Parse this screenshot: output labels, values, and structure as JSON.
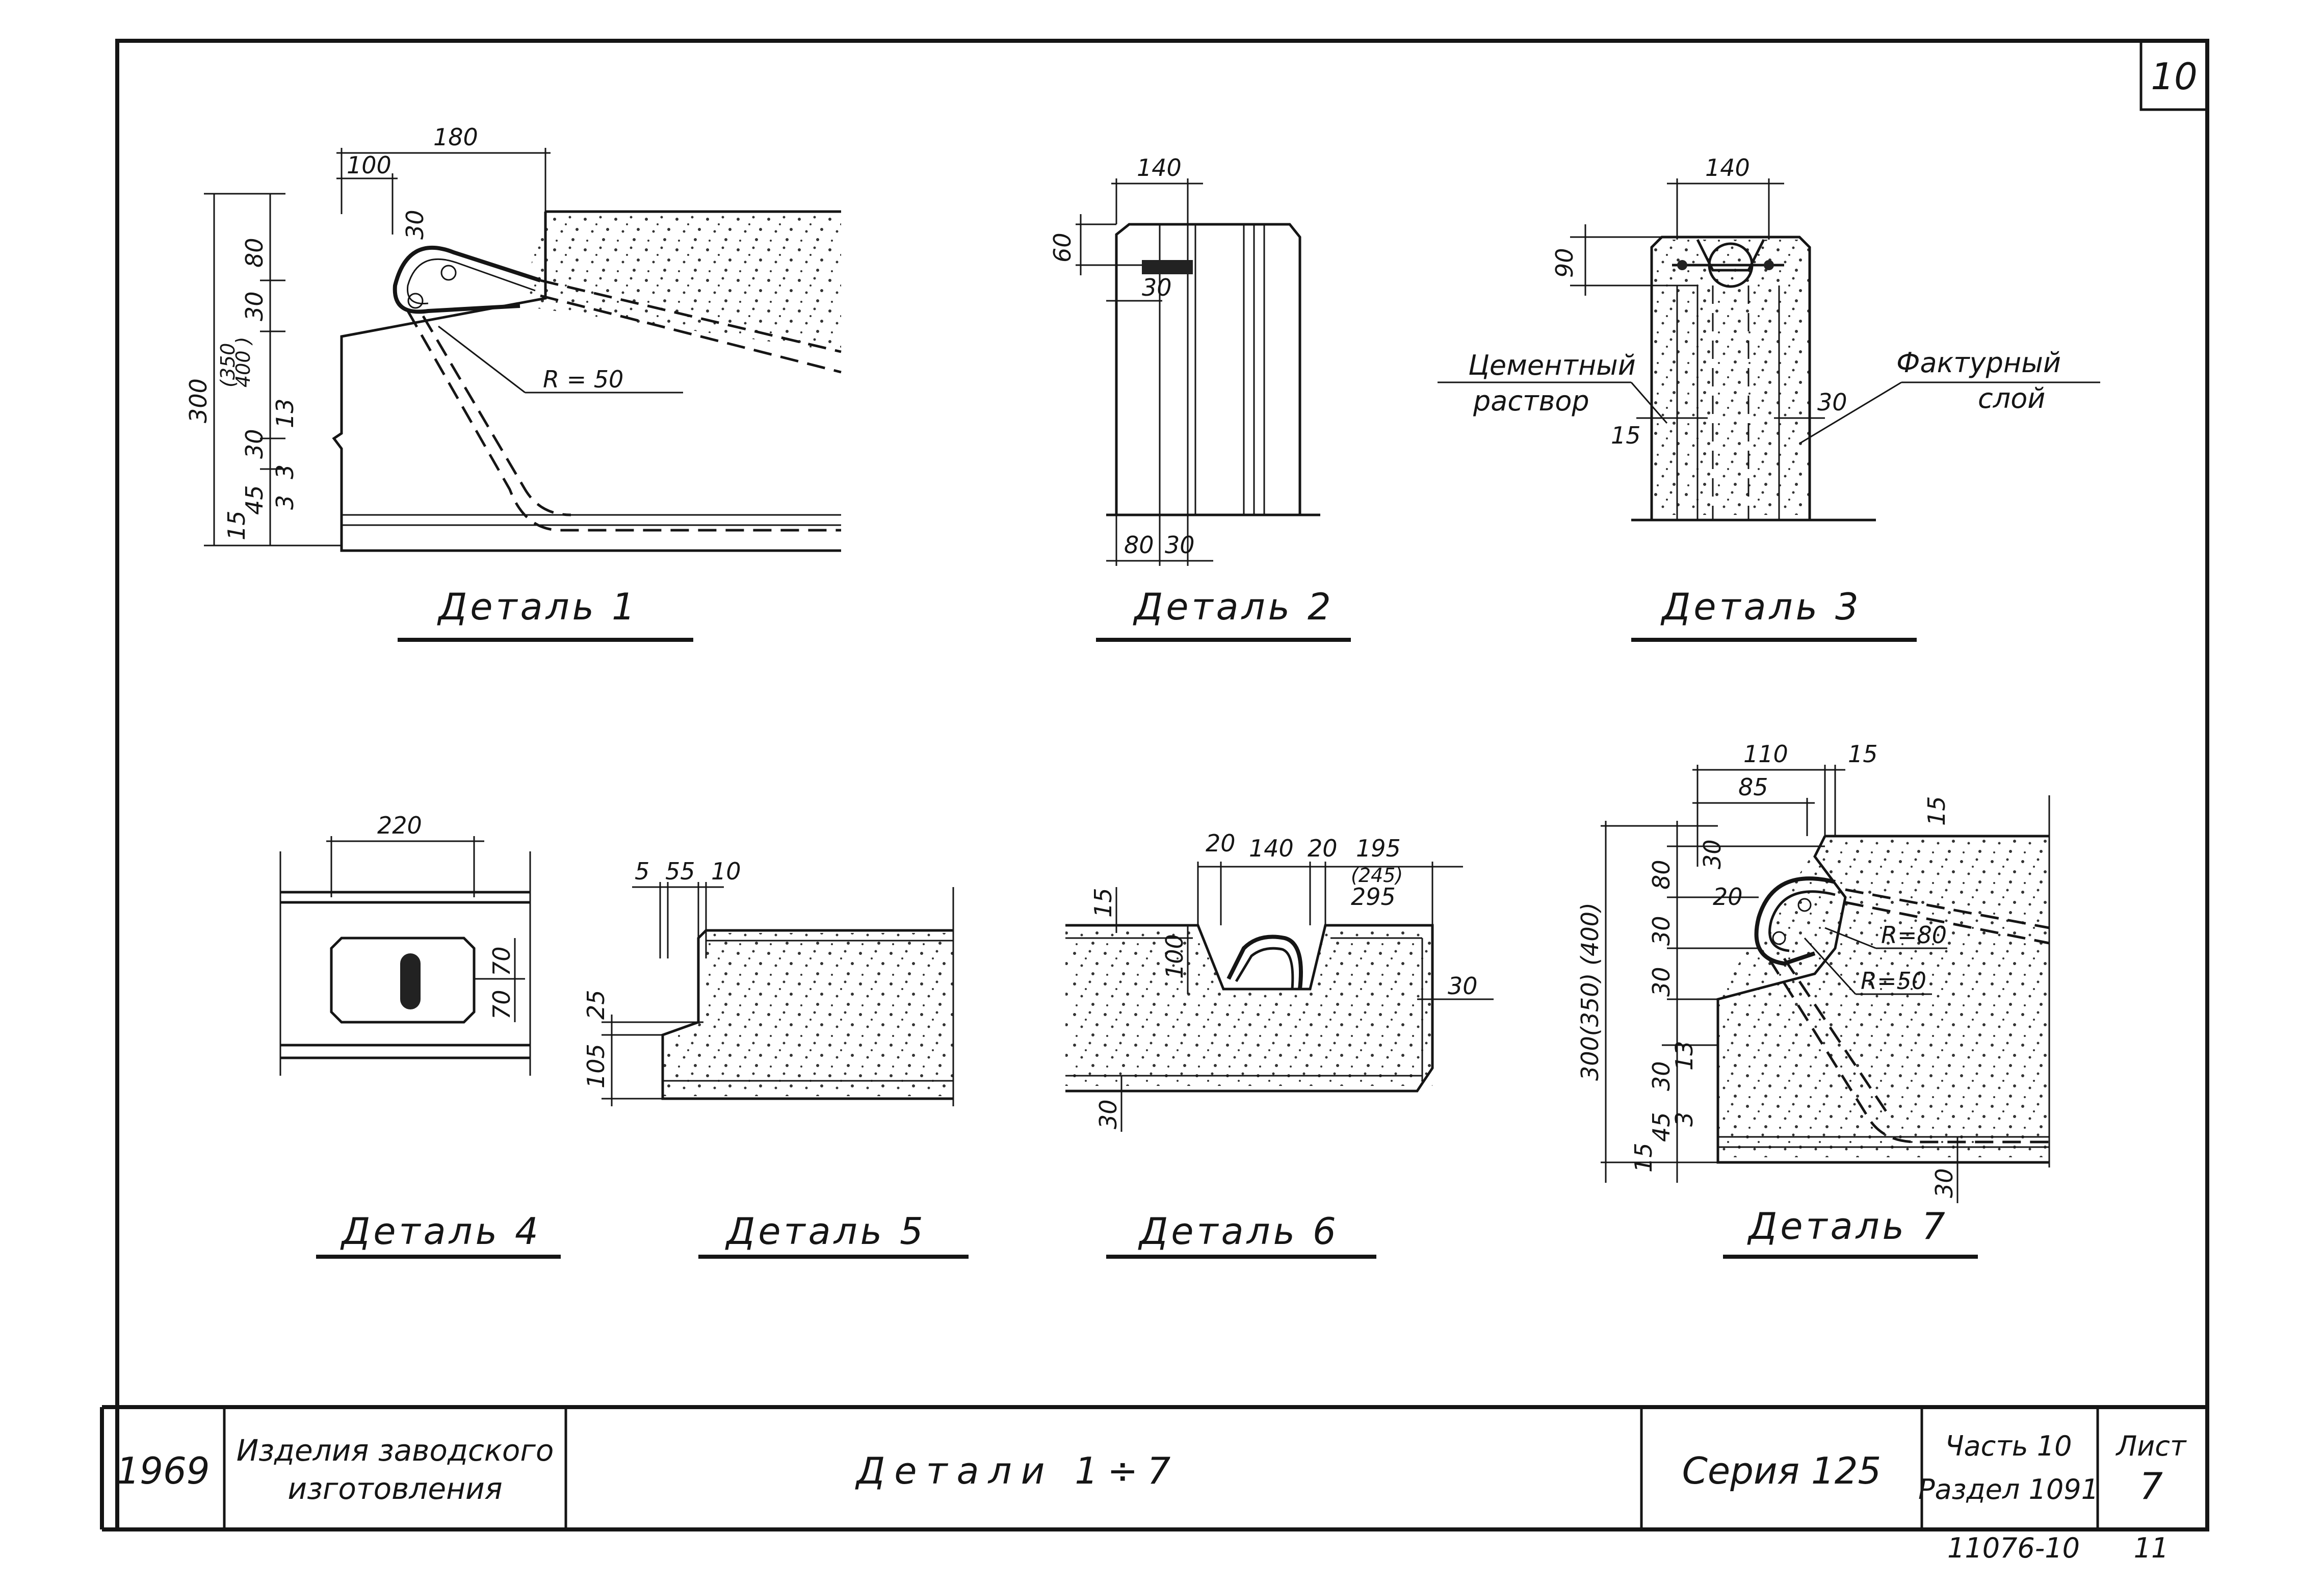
{
  "sheet": {
    "number": "10"
  },
  "details": [
    {
      "caption": "Деталь 1",
      "dims": [
        "180",
        "100",
        "80",
        "30",
        "30",
        "300",
        "(350",
        "400 )",
        "30",
        "13",
        "3",
        "15",
        "45",
        "3"
      ],
      "radius_label": "R = 50"
    },
    {
      "caption": "Деталь 2",
      "dims": [
        "140",
        "60",
        "30",
        "80",
        "30"
      ]
    },
    {
      "caption": "Деталь 3",
      "dims": [
        "140",
        "90",
        "15",
        "30"
      ],
      "labels": [
        "Цементный",
        "раствор",
        "Фактурный",
        "слой"
      ]
    },
    {
      "caption": "Деталь 4",
      "dims": [
        "220",
        "70",
        "70"
      ]
    },
    {
      "caption": "Деталь 5",
      "dims": [
        "5",
        "55",
        "10",
        "25",
        "105"
      ]
    },
    {
      "caption": "Деталь 6",
      "dims": [
        "20",
        "140",
        "20",
        "195",
        "(245)",
        "295",
        "15",
        "100",
        "30",
        "30"
      ]
    },
    {
      "caption": "Деталь 7",
      "dims": [
        "110",
        "15",
        "85",
        "15",
        "30",
        "80",
        "20",
        "30",
        "30",
        "300(350) (400)",
        "30",
        "13",
        "15",
        "45",
        "3",
        "30"
      ],
      "radius_labels": [
        "R=80",
        "R=50"
      ]
    }
  ],
  "title_block": {
    "year": "1969",
    "subject_line1": "Изделия заводского",
    "subject_line2": "изготовления",
    "title": "Детали 1÷7",
    "series": "Серия 125",
    "part": "Часть 10",
    "section": "Раздел 1091",
    "sheet_label": "Лист",
    "sheet_value": "7",
    "doc_code": "11076-10",
    "page_no": "11"
  }
}
